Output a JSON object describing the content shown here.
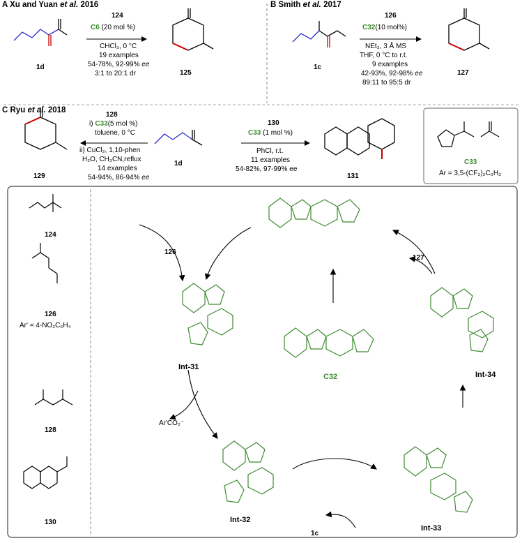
{
  "panel_a": {
    "letter": "A",
    "authors": "Xu and Yuan",
    "etal": "et al.",
    "year": "2016",
    "sm_label": "1d",
    "reagent": "124",
    "cat_name": "C6",
    "cat_load": "(20 mol %)",
    "solvent": "CHCl₃, 0 °C",
    "examples": "19 examples",
    "yield": "54-78%, 92-99%",
    "ee": "ee",
    "dr": "3:1 to 20:1 dr",
    "prod_label": "125"
  },
  "panel_b": {
    "letter": "B",
    "authors": "Smith",
    "etal": "et al.",
    "year": "2017",
    "sm_label": "1c",
    "reagent": "126",
    "cat_name": "C32",
    "cat_load": "(10 mol%)",
    "base": "NEt₃, 3 Å MS",
    "solvent": "THF, 0 °C to r.t.",
    "examples": "9 examples",
    "yield": "42-93%, 92-98%",
    "ee": "ee",
    "dr": "89:11 to 95:5 dr",
    "prod_label": "127"
  },
  "panel_c": {
    "letter": "C",
    "authors": "Ryu",
    "etal": "et al.",
    "year": "2018",
    "left": {
      "reagent": "128",
      "step1_prefix": "i)",
      "cat_name": "C33",
      "cat_load": "(5 mol %)",
      "solvent": "toluene, 0 °C",
      "step2": "ii) CuCl₂, 1,10-phen",
      "step2b": "H₂O, CH₃CN,reflux",
      "examples": "14 examples",
      "yield": "54-94%, 86-94%",
      "ee": "ee",
      "prod_label": "129"
    },
    "right": {
      "reagent": "130",
      "cat_name": "C33",
      "cat_load": "(1 mol %)",
      "solvent": "PhCl, r.t.",
      "examples": "11 examples",
      "yield": "54-82%, 97-99% ee",
      "prod_label": "131"
    },
    "sm_label": "1d",
    "cat_box": {
      "label": "C33",
      "ar": "Ar = 3,5-(CF₃)₂C₆H₃"
    }
  },
  "reagents": {
    "r124": "124",
    "r126": "126",
    "r126_note": "Ar' = 4-NO₂C₆H₄",
    "r128": "128",
    "r130": "130"
  },
  "cycle": {
    "int31": "Int-31",
    "int32": "Int-32",
    "int33": "Int-33",
    "int34": "Int-34",
    "c32": "C32",
    "byproduct": "Ar'CO₂⁻",
    "in_1c": "1c",
    "in_126": "126",
    "out_127": "127"
  }
}
